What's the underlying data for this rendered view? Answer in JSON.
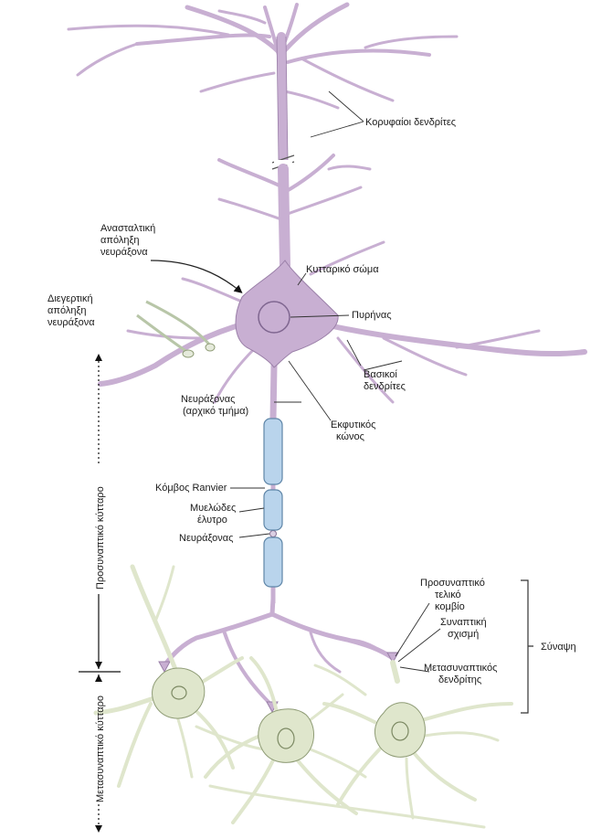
{
  "labels": {
    "apical_dendrites": "Κορυφαίοι δενδρίτες",
    "inhibitory_terminal": [
      "Ανασταλτική",
      "απόληξη",
      "νευράξονα"
    ],
    "excitatory_terminal": [
      "Διεγερτική",
      "απόληξη",
      "νευράξονα"
    ],
    "cell_body": "Κυτταρικό σώμα",
    "nucleus": "Πυρήνας",
    "basal_dendrites": [
      "Βασικοί",
      "δενδρίτες"
    ],
    "axon_initial": [
      "Νευράξονας",
      "(αρχικό τμήμα)"
    ],
    "axon_hillock": [
      "Εκφυτικός",
      "κώνος"
    ],
    "node_ranvier": "Κόμβος Ranvier",
    "myelin_sheath": [
      "Μυελώδες",
      "έλυτρο"
    ],
    "axon": "Νευράξονας",
    "presynaptic_terminal": [
      "Προσυναπτικό",
      "τελικό",
      "κομβίο"
    ],
    "synaptic_cleft": [
      "Συναπτική",
      "σχισμή"
    ],
    "postsynaptic_dendrite": [
      "Μετασυναπτικός",
      "δενδρίτης"
    ],
    "synapse": "Σύναψη",
    "presynaptic_cell": "Προσυναπτικό κύτταρο",
    "postsynaptic_cell": "Μετασυναπτικό κύτταρο"
  },
  "colors": {
    "neuron": "#c8afd2",
    "neuron_stroke": "#9a7fa8",
    "myelin": "#b9d4ec",
    "myelin_stroke": "#5f86a8",
    "post_neuron": "#dfe6cc",
    "post_stroke": "#8f9c76"
  }
}
